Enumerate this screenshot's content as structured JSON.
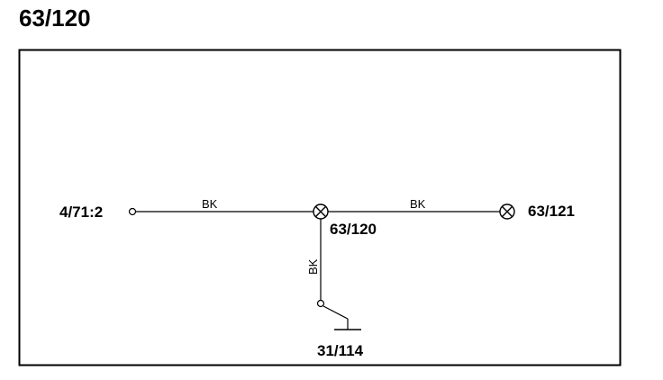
{
  "title": "63/120",
  "colors": {
    "line": "#000000",
    "background": "#ffffff"
  },
  "connectors": {
    "left_terminal": "4/71:2",
    "center_lamp": "63/120",
    "right_lamp": "63/121",
    "ground": "31/114"
  },
  "wires": {
    "left_to_center": "BK",
    "center_to_right": "BK",
    "center_to_ground": "BK"
  },
  "icons": {
    "lamp": "lamp-icon",
    "terminal": "terminal-icon",
    "ground": "ground-icon"
  }
}
